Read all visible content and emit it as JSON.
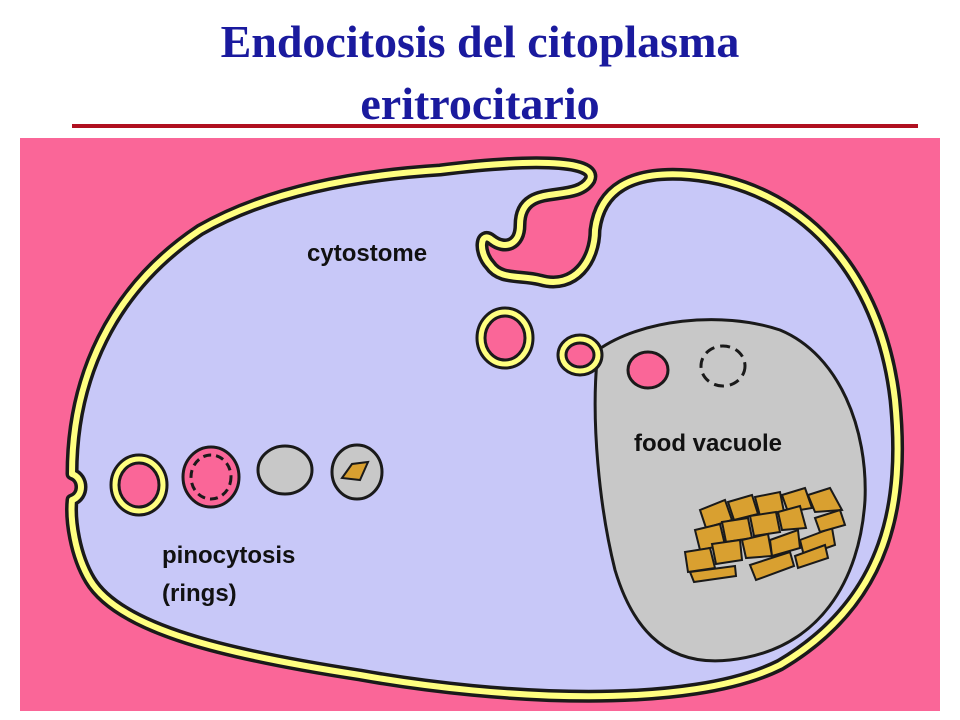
{
  "title": {
    "line1": "Endocitosis del citoplasma",
    "line2": "eritrocitario"
  },
  "labels": {
    "cytostome": "cytostome",
    "food_vacuole": "food vacuole",
    "pinocytosis_1": "pinocytosis",
    "pinocytosis_2": "(rings)"
  },
  "colors": {
    "erythrocyte": "#fa6698",
    "cytoplasm": "#c8c8f8",
    "membrane": "#ffff80",
    "vacuole": "#c8c8c8",
    "hemozoin": "#d9a030",
    "title": "#1a1a9e",
    "rule": "#b01020"
  }
}
